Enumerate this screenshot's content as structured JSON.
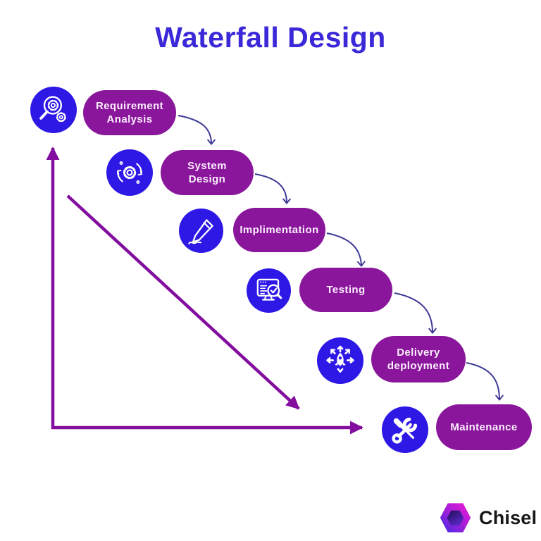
{
  "title": "Waterfall Design",
  "stages": [
    {
      "label": "Requirement Analysis",
      "icon": "magnifier-gear-icon"
    },
    {
      "label": "System Design",
      "icon": "gear-cycle-icon"
    },
    {
      "label": "Implimentation",
      "icon": "pencil-icon"
    },
    {
      "label": "Testing",
      "icon": "monitor-magnifier-icon"
    },
    {
      "label": "Delivery deployment",
      "icon": "rocket-launch-icon"
    },
    {
      "label": "Maintenance",
      "icon": "wrench-screwdriver-icon"
    }
  ],
  "logo": {
    "text": "Chisel"
  },
  "colors": {
    "title": "#3b28d8",
    "pill_background": "#8a169c",
    "pill_text": "#faeefb",
    "icon_circle_background": "#2d18e6",
    "icon_stroke": "#ffffff",
    "connector_arrows": "#3e3a96",
    "axis_arrows": "#820d9e",
    "logo_text": "#161616",
    "logo_gradient_start": "#f318d6",
    "logo_gradient_end": "#3c2be4"
  }
}
